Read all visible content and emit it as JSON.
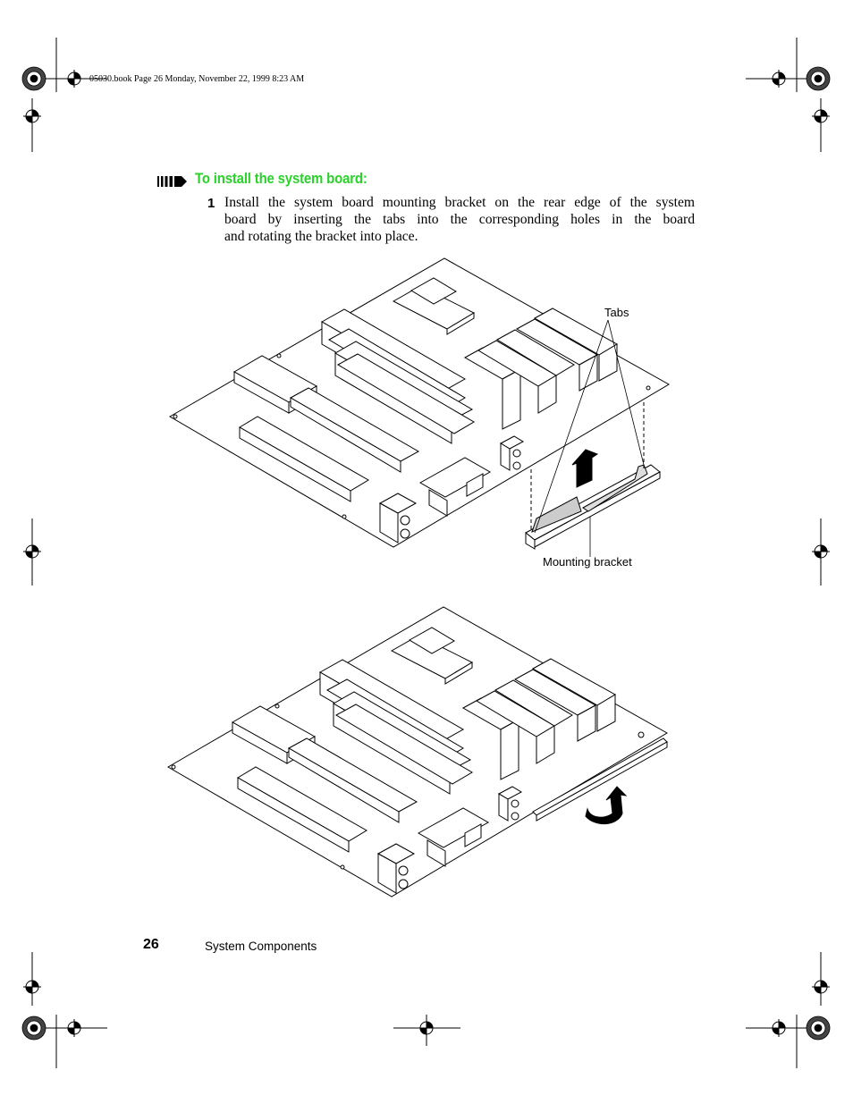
{
  "header": {
    "file_info": "05030.book  Page 26  Monday, November 22, 1999  8:23 AM"
  },
  "procedure": {
    "icon": "procedure-arrow-icon",
    "heading": "To install the system board:",
    "steps": [
      {
        "number": "1",
        "lines": [
          "Install the system board mounting bracket on the rear edge of the system",
          "board by inserting the tabs into the corresponding holes in the board",
          "and rotating the bracket into place."
        ]
      }
    ]
  },
  "figure_top": {
    "callout_tabs": "Tabs",
    "callout_bracket": "Mounting bracket"
  },
  "footer": {
    "page_number": "26",
    "section_title": "System Components"
  },
  "colors": {
    "heading": "#2ad12a",
    "line": "#000000"
  }
}
